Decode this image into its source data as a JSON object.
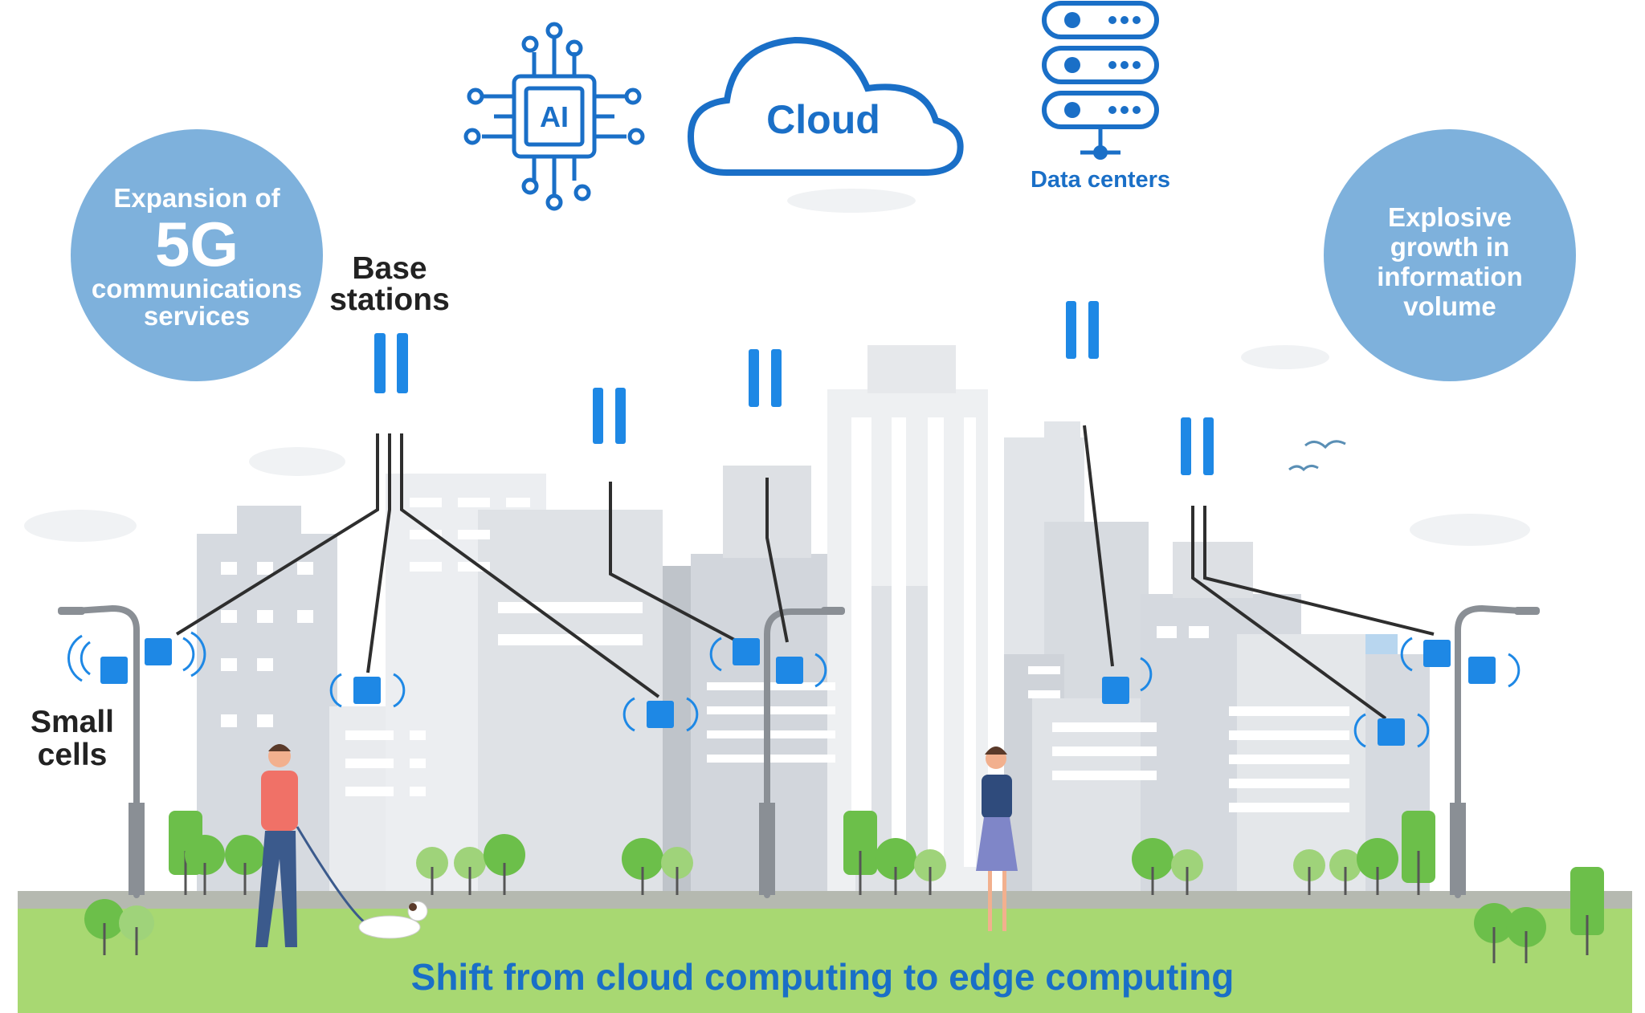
{
  "top_icons": {
    "ai_chip_label": "AI",
    "cloud_label": "Cloud",
    "data_centers_label": "Data centers"
  },
  "left_circle": {
    "line1": "Expansion of",
    "line2": "5G",
    "line3": "communications",
    "line4": "services"
  },
  "right_circle": {
    "line1": "Explosive",
    "line2": "growth in",
    "line3": "information",
    "line4": "volume"
  },
  "labels": {
    "base_stations_1": "Base",
    "base_stations_2": "stations",
    "small_cells_1": "Small",
    "small_cells_2": "cells"
  },
  "caption": "Shift from cloud computing to edge computing",
  "colors": {
    "accent_blue": "#1a73c9",
    "circle_blue": "#7eb1dc",
    "grass": "#a8d872",
    "building_gray": "#d9dde3"
  }
}
